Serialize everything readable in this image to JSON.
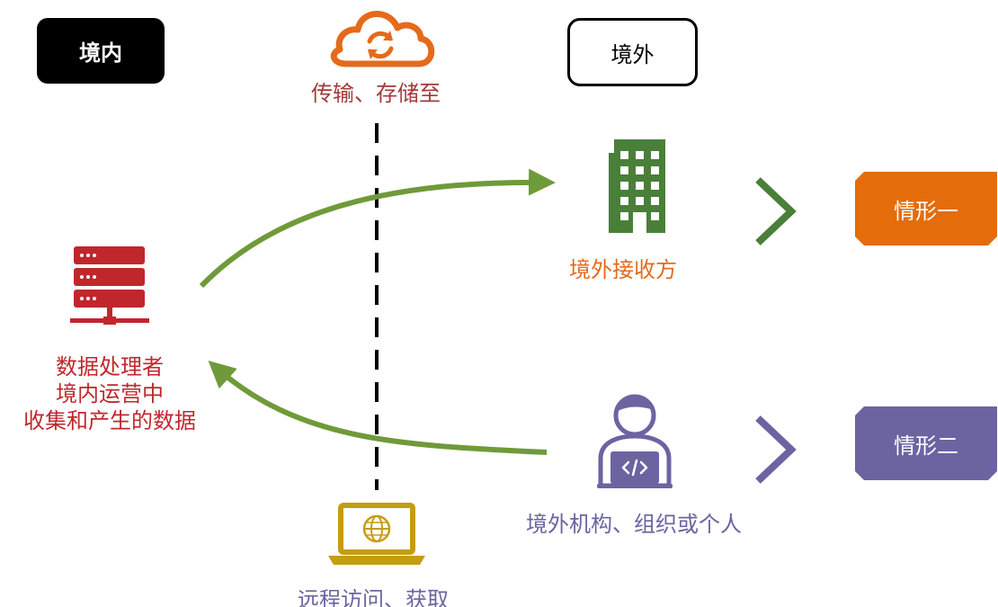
{
  "regions": {
    "inside_label": "境内",
    "outside_label": "境外"
  },
  "actions": {
    "transfer_label": "传输、存储至",
    "remote_access_label": "远程访问、获取"
  },
  "data_source": {
    "lines": [
      "数据处理者",
      "境内运营中",
      "收集和产生的数据"
    ]
  },
  "recipient": {
    "label": "境外接收方"
  },
  "org": {
    "label": "境外机构、组织或个人"
  },
  "cases": {
    "case_one": "情形一",
    "case_two": "情形二"
  },
  "colors": {
    "server_red": "#c0272d",
    "cloud_orange": "#e56a1b",
    "arrow_green": "#6f9a3a",
    "building_green": "#4a7f3a",
    "person_purple": "#6b64a1",
    "laptop_gold": "#c59d12",
    "case_one_orange": "#e46c0a",
    "case_two_purple": "#6b64a1"
  }
}
